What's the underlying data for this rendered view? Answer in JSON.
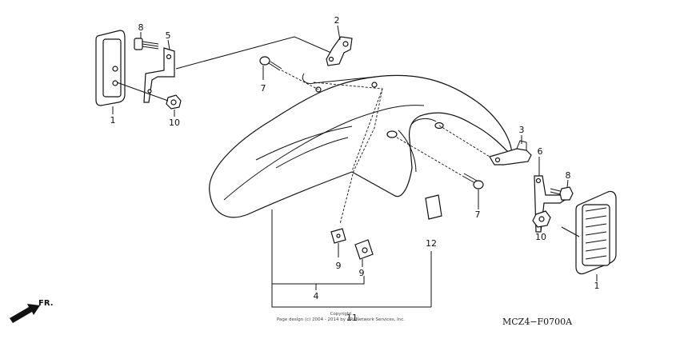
{
  "diagram": {
    "callouts": {
      "c1_left": "1",
      "c1_right": "1",
      "c2": "2",
      "c3": "3",
      "c4": "4",
      "c5": "5",
      "c6": "6",
      "c7_top": "7",
      "c7_bottom": "7",
      "c8_left": "8",
      "c8_right": "8",
      "c9_left": "9",
      "c9_right": "9",
      "c10_left": "10",
      "c10_right": "10",
      "c11": "11",
      "c12": "12"
    },
    "direction_label": "FR.",
    "diagram_code": "MCZ4−F0700A",
    "copyright_line1": "Copyright",
    "copyright_line2": "Page design (c) 2004 - 2014 by ARI Network Services, Inc."
  }
}
